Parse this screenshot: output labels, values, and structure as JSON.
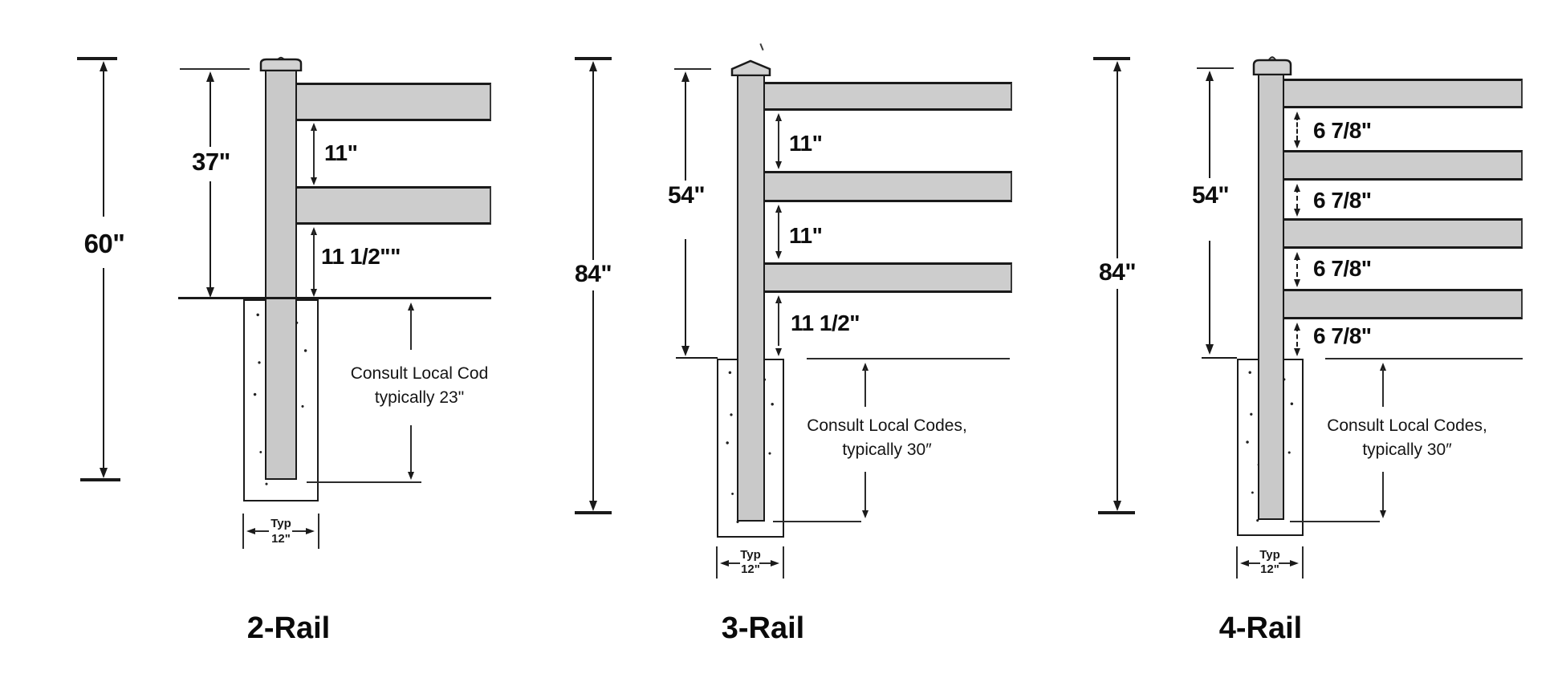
{
  "diagrams": [
    {
      "caption": "2-Rail",
      "overall_height": "60\"",
      "post_height_above_grade": "37\"",
      "gap_labels": [
        "11\"",
        "11 1/2\"\""
      ],
      "embed_note_line1": "Consult Local Cod",
      "embed_note_line2": "typically 23\"",
      "footing_width_word": "Typ",
      "footing_width_value": "12\""
    },
    {
      "caption": "3-Rail",
      "overall_height": "84\"",
      "post_height_above_grade": "54\"",
      "gap_labels": [
        "11\"",
        "11\"",
        "11 1/2\""
      ],
      "embed_note_line1": "Consult Local Codes,",
      "embed_note_line2": "typically 30″",
      "footing_width_word": "Typ",
      "footing_width_value": "12\""
    },
    {
      "caption": "4-Rail",
      "overall_height": "84\"",
      "post_height_above_grade": "54\"",
      "gap_labels": [
        "6 7/8\"",
        "6 7/8\"",
        "6 7/8\"",
        "6 7/8\""
      ],
      "embed_note_line1": "Consult Local Codes,",
      "embed_note_line2": "typically 30″",
      "footing_width_word": "Typ",
      "footing_width_value": "12\""
    }
  ],
  "colors": {
    "rail_fill": "#cdcdcd",
    "post_fill": "#c9c9c9",
    "line": "#1a1a1a",
    "background": "#ffffff"
  }
}
